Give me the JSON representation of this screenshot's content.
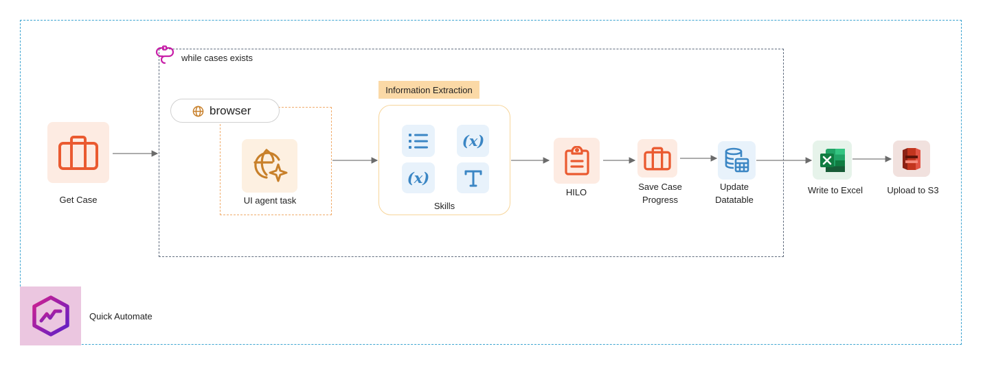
{
  "colors": {
    "outer_border": "#3aa3d0",
    "loop_border": "#5f6b7d",
    "ui_frame_border": "#f0ab6a",
    "skills_border": "#f7d59a",
    "orange_icon": "#ea5a30",
    "brown_icon": "#c8802a",
    "blue_icon": "#3b86c4",
    "loop_icon": "#c81fa8"
  },
  "loop": {
    "label": "while cases exists",
    "icon": "loop-icon"
  },
  "browser": {
    "label": "browser",
    "icon": "globe-icon"
  },
  "nodes": {
    "get_case": {
      "label": "Get Case",
      "icon": "briefcase-icon"
    },
    "ui_agent": {
      "label": "UI agent task",
      "icon": "globe-sparkle-icon"
    },
    "info_extraction": {
      "badge": "Information Extraction",
      "skills_label": "Skills",
      "icons": [
        "list-icon",
        "variable-icon",
        "variable-icon",
        "text-icon"
      ]
    },
    "hilo": {
      "label": "HILO",
      "icon": "clipboard-icon"
    },
    "save_case": {
      "label_line1": "Save Case",
      "label_line2": "Progress",
      "icon": "briefcase-icon"
    },
    "update_datatable": {
      "label_line1": "Update",
      "label_line2": "Datatable",
      "icon": "database-table-icon"
    },
    "write_excel": {
      "label": "Write to Excel",
      "icon": "excel-icon"
    },
    "upload_s3": {
      "label": "Upload to S3",
      "icon": "s3-bucket-icon"
    }
  },
  "footer": {
    "label": "Quick Automate",
    "icon": "quick-automate-logo"
  }
}
